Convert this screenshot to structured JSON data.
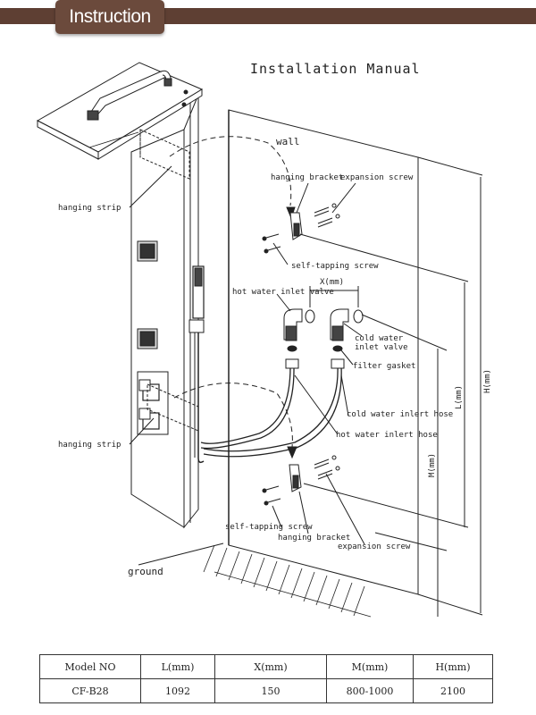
{
  "banner": {
    "title": "Instruction"
  },
  "diagram": {
    "title": "Installation Manual",
    "labels": {
      "wall": "wall",
      "hanging_bracket_top": "hanging bracket",
      "expansion_screw_top": "expansion screw",
      "hanging_strip_top": "hanging strip",
      "self_tapping_screw_top": "self-tapping screw",
      "x_dim": "X(mm)",
      "hot_water_inlet_valve": "hot water inlet valve",
      "cold_water_inlet_valve_1": "cold water",
      "cold_water_inlet_valve_2": "inlet valve",
      "filter_gasket": "filter gasket",
      "h_dim": "H(mm)",
      "l_dim": "L(mm)",
      "cold_water_inlet_hose": "cold water inlert hose",
      "hanging_strip_bottom": "hanging strip",
      "hot_water_inlet_hose": "hot water inlert hose",
      "m_dim": "M(mm)",
      "self_tapping_screw_bottom": "self-tapping screw",
      "hanging_bracket_bottom": "hanging bracket",
      "expansion_screw_bottom": "expansion screw",
      "ground": "ground"
    }
  },
  "table": {
    "headers": [
      "Model NO",
      "L(mm)",
      "X(mm)",
      "M(mm)",
      "H(mm)"
    ],
    "rows": [
      [
        "CF-B28",
        "1092",
        "150",
        "800-1000",
        "2100"
      ]
    ]
  },
  "colors": {
    "banner_bar": "#5e3f33",
    "banner_tab": "#6b4a3c",
    "line": "#222222"
  }
}
